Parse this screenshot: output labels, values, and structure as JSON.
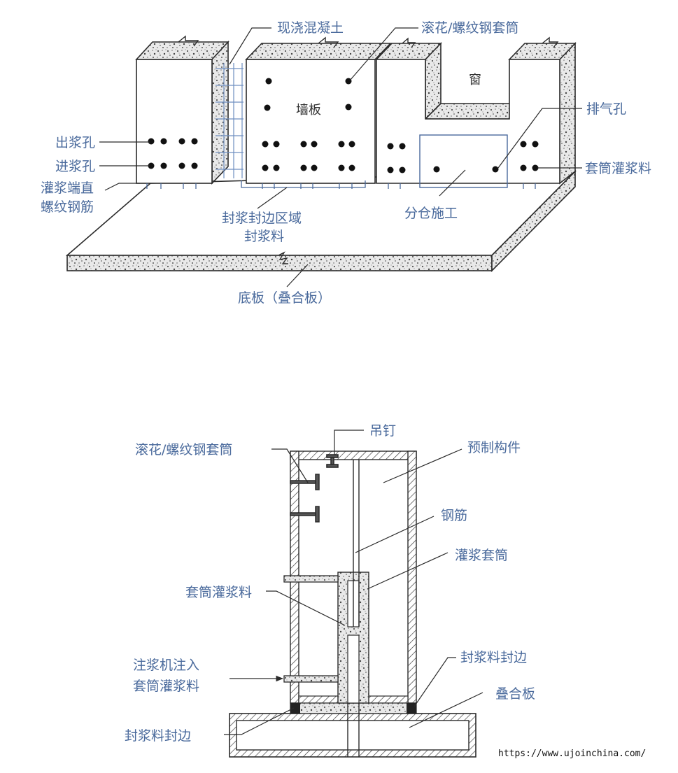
{
  "top_diagram": {
    "labels": {
      "cast_concrete": "现浇混凝土",
      "sleeve_top": "滚花/螺纹钢套筒",
      "window": "窗",
      "wall_panel": "墙板",
      "vent_hole": "排气孔",
      "outlet_hole": "出浆孔",
      "inlet_hole": "进浆孔",
      "sleeve_grout": "套筒灌浆料",
      "rebar_line1": "灌浆端直",
      "rebar_line2": "螺纹钢筋",
      "seal_zone_line1": "封浆封边区域",
      "seal_zone_line2": "封浆料",
      "compartment": "分仓施工",
      "base_slab": "底板（叠合板）"
    }
  },
  "bottom_diagram": {
    "labels": {
      "lifting_nail": "吊钉",
      "sleeve": "滚花/螺纹钢套筒",
      "precast": "预制构件",
      "rebar": "钢筋",
      "grout_sleeve": "灌浆套筒",
      "sleeve_grout": "套筒灌浆料",
      "inject_line1": "注浆机注入",
      "inject_line2": "套筒灌浆料",
      "seal_edge_right": "封浆料封边",
      "composite_slab": "叠合板",
      "seal_edge_left": "封浆料封边"
    }
  },
  "watermark": "https://www.ujoinchina.com/",
  "colors": {
    "label": "#4a6a9c",
    "line": "#2b2b2b",
    "grid": "#6f8fc0",
    "concrete": "#9a9a9a"
  }
}
